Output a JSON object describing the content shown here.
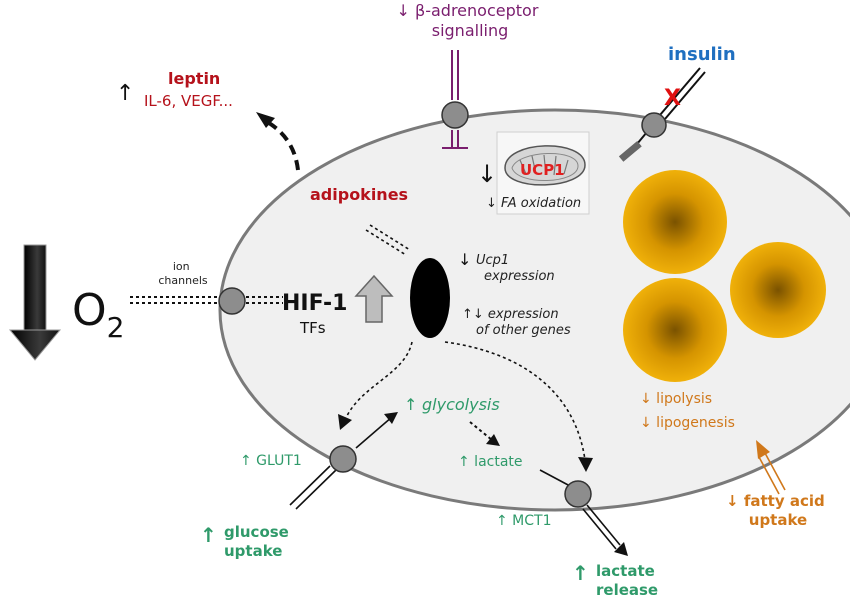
{
  "colors": {
    "red": "#b5121b",
    "blue": "#1f6fc0",
    "purple": "#7a1e6e",
    "green": "#2f9a6a",
    "orange": "#d0781b",
    "cell_fill": "#f0f0f0",
    "lipid_fill": "#e8a200",
    "lipid_center": "#8a5c00",
    "dark": "#1a1a1a"
  },
  "labels": {
    "beta_line1": "↓ β-adrenoceptor",
    "beta_line2": "signalling",
    "insulin": "insulin",
    "insulin_block": "X",
    "leptin": "leptin",
    "leptin_arrow": "↑",
    "il6": "IL-6, VEGF...",
    "ucp1": "UCP1",
    "ucp1_arrow": "↓",
    "fa_ox": "↓ FA oxidation",
    "adipokines": "adipokines",
    "ucp1_expr_arrow": "↓",
    "ucp1_expr_line1": "Ucp1",
    "ucp1_expr_line2": "expression",
    "other_line1": "↑↓ expression",
    "other_line2": "of other genes",
    "ion_line1": "ion",
    "ion_line2": "channels",
    "o2": "O",
    "o2_sub": "2",
    "hif": "HIF-1",
    "tfs": "TFs",
    "glycolysis_arrow": "↑",
    "glycolysis": "glycolysis",
    "lactate": "↑ lactate",
    "glut1": "↑ GLUT1",
    "glucose_arrow": "↑",
    "glucose_line1": "glucose",
    "glucose_line2": "uptake",
    "mct1": "↑ MCT1",
    "lactate_rel_arrow": "↑",
    "lactate_rel_line1": "lactate",
    "lactate_rel_line2": "release",
    "lipolysis": "↓ lipolysis",
    "lipogenesis": "↓ lipogenesis",
    "fatty_line1": "↓ fatty acid",
    "fatty_line2": "uptake"
  }
}
